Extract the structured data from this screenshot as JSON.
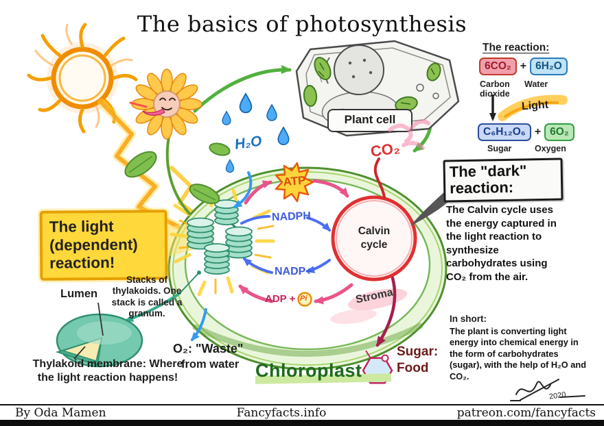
{
  "title": "The basics of photosynthesis",
  "reaction_panel": {
    "heading": "The reaction:",
    "co2": "6CO₂",
    "plus": "+",
    "h2o": "6H₂O",
    "co2_label": "Carbon dioxide",
    "h2o_label": "Water",
    "light": "Light",
    "sugar": "C₆H₁₂O₆",
    "o2": "6O₂",
    "sugar_label": "Sugar",
    "o2_label": "Oxygen"
  },
  "dark_reaction": {
    "heading": "The \"dark\" reaction:",
    "body": "The Calvin cycle uses the energy captured in the light reaction to synthesize carbohydrates using CO₂ from the air."
  },
  "light_reaction": {
    "label": "The light (dependent) reaction!"
  },
  "cycle": {
    "atp": "ATP",
    "nadph": "NADPH",
    "nadp_plus": "NADP+",
    "adp": "ADP +",
    "pi": "Pi",
    "calvin": "Calvin cycle",
    "stroma": "Stroma"
  },
  "labels": {
    "plant_cell": "Plant cell",
    "h2o": "H₂O",
    "co2": "CO₂",
    "chloroplast": "Chloroplast",
    "o2_waste_line1": "O₂: \"Waste\"",
    "o2_waste_line2": "from water",
    "sugar_food": "Sugar: Food",
    "lumen": "Lumen",
    "stacks_note": "Stacks of thylakoids. One stack is called a granum.",
    "thylakoid_note": "Thylakoid membrane: Where the light reaction happens!"
  },
  "in_short": {
    "heading": "In short:",
    "body": "The plant is converting light energy into chemical energy in the form of carbohydrates (sugar), with the help of H₂O and CO₂."
  },
  "signature": "2020",
  "footer": {
    "author": "By Oda Mamen",
    "site": "Fancyfacts.info",
    "patreon": "patreon.com/fancyfacts"
  },
  "colors": {
    "chloroplast_green": "#5C9E31",
    "light_box_yellow": "#FFD83B",
    "calvin_red": "#E03131",
    "nadph_blue": "#3B5BDB",
    "adp_magenta": "#C2255C",
    "atp_orange": "#D9480F",
    "water_blue": "#1971C2",
    "co2_red": "#E03131",
    "thylakoid_teal": "#3E9B7B"
  }
}
